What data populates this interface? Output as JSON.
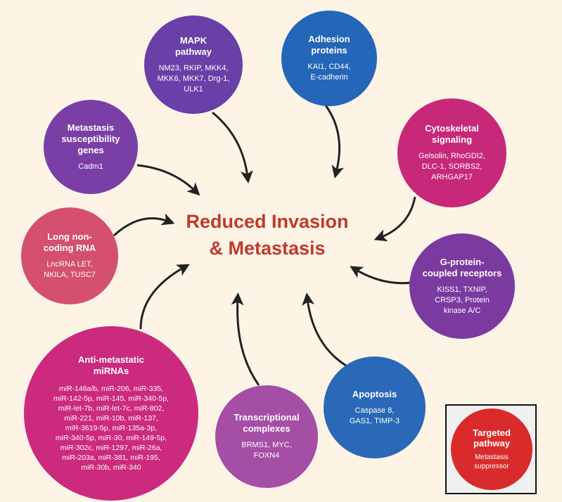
{
  "center": {
    "title": "Reduced Invasion\n& Metastasis",
    "color": "#c0392b"
  },
  "nodes": {
    "mapk": {
      "title": "MAPK\npathway",
      "items": "NM23, RKIP, MKK4,\nMKK6, MKK7, Drg-1,\nULK1",
      "color": "#6a3fa8"
    },
    "adhesion": {
      "title": "Adhesion\nproteins",
      "items": "KAI1, CD44,\nE-cadherin",
      "color": "#2466b8"
    },
    "susceptibility": {
      "title": "Metastasis\nsusceptibility\ngenes",
      "items": "Cadm1",
      "color": "#7a3fa6"
    },
    "cytoskeletal": {
      "title": "Cytoskeletal\nsignaling",
      "items": "Gelsolin, RhoGDI2,\nDLC-1, SORBS2,\nARHGAP17",
      "color": "#c8287a"
    },
    "lncrna": {
      "title": "Long non-\ncoding RNA",
      "items": "LncRNA LET,\nNKILA, TUSC7",
      "color": "#d4506e"
    },
    "gpcr": {
      "title": "G-protein-\ncoupled receptors",
      "items": "KISS1, TXNIP,\nCRSP3, Protein\nkinase A/C",
      "color": "#7b3aa0"
    },
    "mirna": {
      "title": "Anti-metastatic\nmiRNAs",
      "items": "miR-146a/b, miR-206, miR-335,\nmiR-142-5p, miR-145, miR-340-5p,\nmiR-let-7b, miR-let-7c, miR-802,\nmiR-221, miR-10b, miR-137,\nmiR-3619-5p, miR-135a-3p,\nmiR-340-5p, miR-30, miR-149-5p,\nmiR-302c, miR-1297, miR-26a,\nmiR-203a, miR-381, miR-195,\nmiR-30b, miR-340",
      "color": "#cc2a7e"
    },
    "transcriptional": {
      "title": "Transcriptional\ncomplexes",
      "items": "BRMS1, MYC,\nFOXN4",
      "color": "#a44ea6"
    },
    "apoptosis": {
      "title": "Apoptosis",
      "items": "Caspase 8,\nGAS1, TIMP-3",
      "color": "#2a68b8"
    }
  },
  "legend": {
    "title": "Targeted\npathway",
    "subtitle": "Metastasis\nsuppressor",
    "color": "#d92b2b"
  }
}
